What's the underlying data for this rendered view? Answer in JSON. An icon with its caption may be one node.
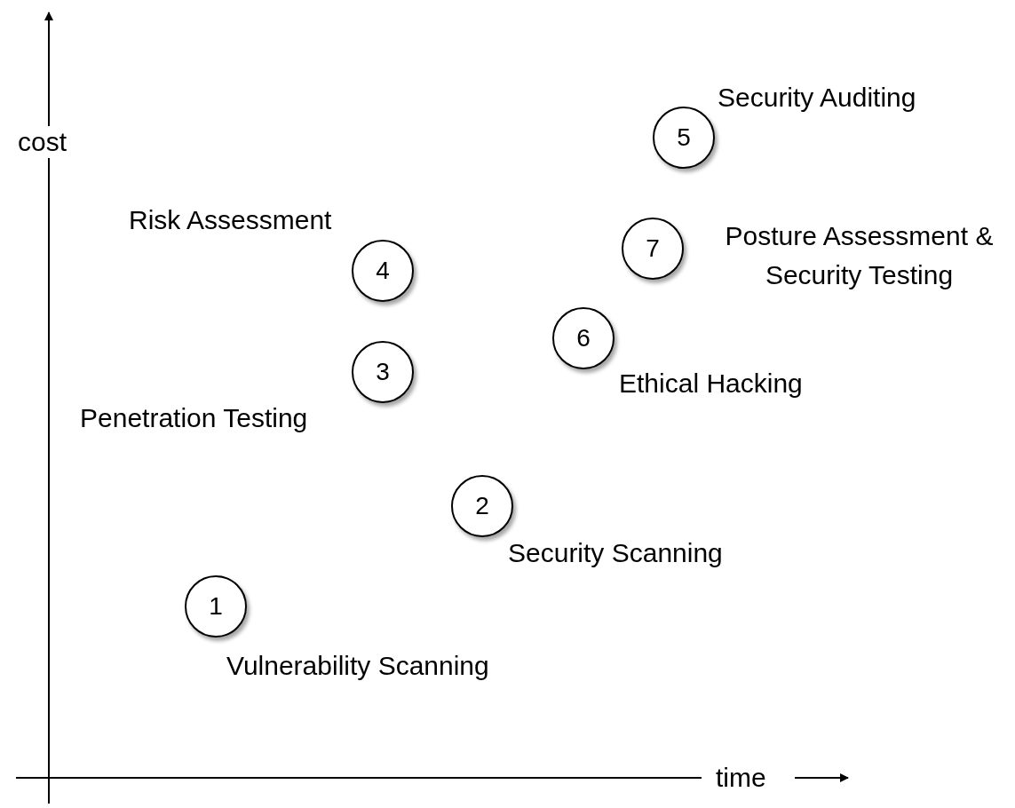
{
  "diagram": {
    "nodes": [
      {
        "text": [
          "1"
        ],
        "beside": [
          "Vulnerability Scanning"
        ]
      },
      {
        "text": [
          "2"
        ],
        "beside": [
          "Security Scanning"
        ]
      },
      {
        "text": [
          "3"
        ],
        "beside": [
          "Penetration Testing"
        ]
      },
      {
        "text": [
          "4"
        ],
        "beside": [
          "Risk Assessment"
        ]
      },
      {
        "text": [
          "5"
        ],
        "beside": [
          "Security Auditing"
        ]
      },
      {
        "text": [
          "6"
        ],
        "beside": [
          "Ethical Hacking"
        ]
      },
      {
        "text": [
          "7"
        ],
        "beside": [
          "Posture Assessment & Security Testing"
        ]
      }
    ],
    "labels": [
      "cost",
      "time"
    ]
  }
}
